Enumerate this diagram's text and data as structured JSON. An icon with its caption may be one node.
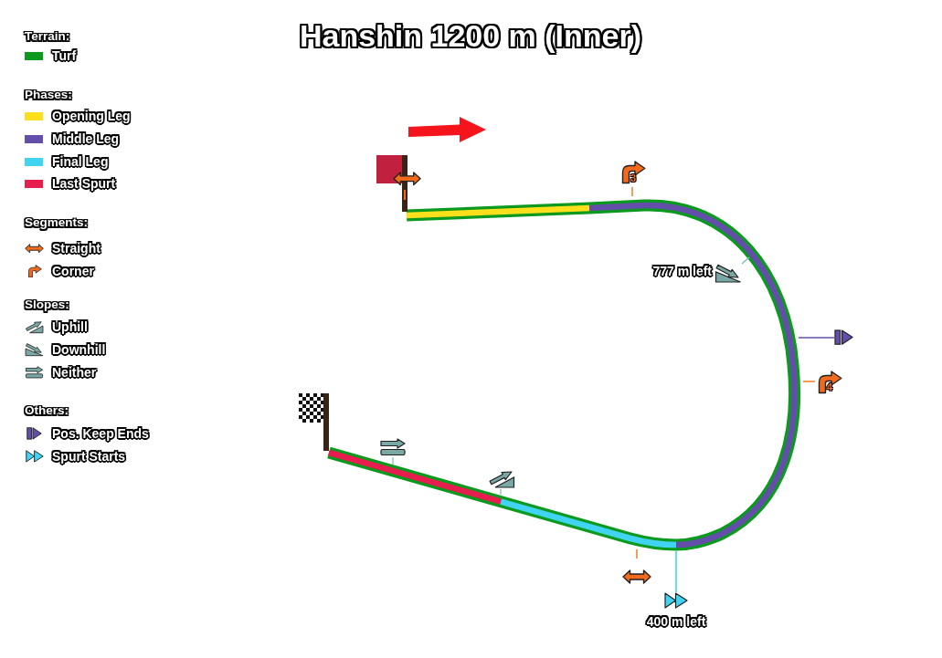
{
  "diagram": {
    "title": "Hanshin 1200 m (Inner)",
    "labels": [
      "Terrain:",
      "Phases:",
      "Segments:",
      "Slopes:",
      "Others:",
      "3",
      "777 m left",
      "4",
      "400 m left"
    ],
    "legend": [
      {
        "text": "Turf",
        "color": "#0b9a1e"
      },
      {
        "text": "Opening Leg",
        "color": "#ffdf1b"
      },
      {
        "text": "Middle Leg",
        "color": "#634faa"
      },
      {
        "text": "Final Leg",
        "color": "#41d4f2"
      },
      {
        "text": "Last Spurt",
        "color": "#e61d4d"
      },
      {
        "text": "Straight"
      },
      {
        "text": "Corner"
      },
      {
        "text": "Uphill"
      },
      {
        "text": "Downhill"
      },
      {
        "text": "Neither"
      },
      {
        "text": "Pos. Keep Ends"
      },
      {
        "text": "Spurt Starts"
      }
    ]
  }
}
